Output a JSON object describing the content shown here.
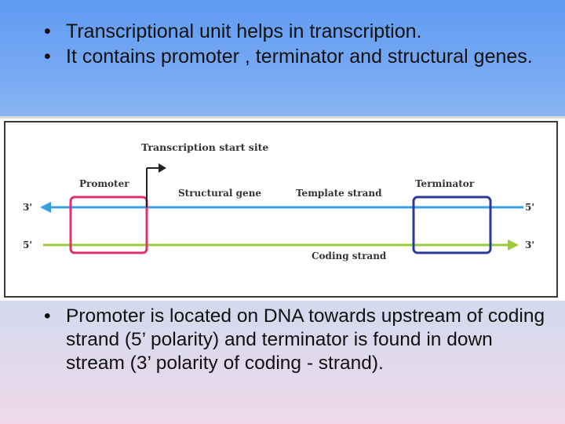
{
  "top_bullets": [
    "Transcriptional unit helps in transcription.",
    "It contains promoter , terminator and structural genes."
  ],
  "diagram": {
    "start_site_label": "Transcription start site",
    "promoter_label": "Promoter",
    "structural_gene_label": "Structural gene",
    "template_strand_label": "Template strand",
    "terminator_label": "Terminator",
    "coding_strand_label": "Coding strand",
    "template_left_end": "3'",
    "template_right_end": "5'",
    "coding_left_end": "5'",
    "coding_right_end": "3'",
    "colors": {
      "template_strand": "#3aa0e0",
      "coding_strand": "#9acb3a",
      "promoter_box": "#e0306a",
      "terminator_box": "#2a3a9a"
    }
  },
  "bottom_bullets": [
    "Promoter is located on DNA towards upstream of coding strand (5’ polarity) and terminator is found in down stream (3’ polarity  of coding - strand)."
  ]
}
